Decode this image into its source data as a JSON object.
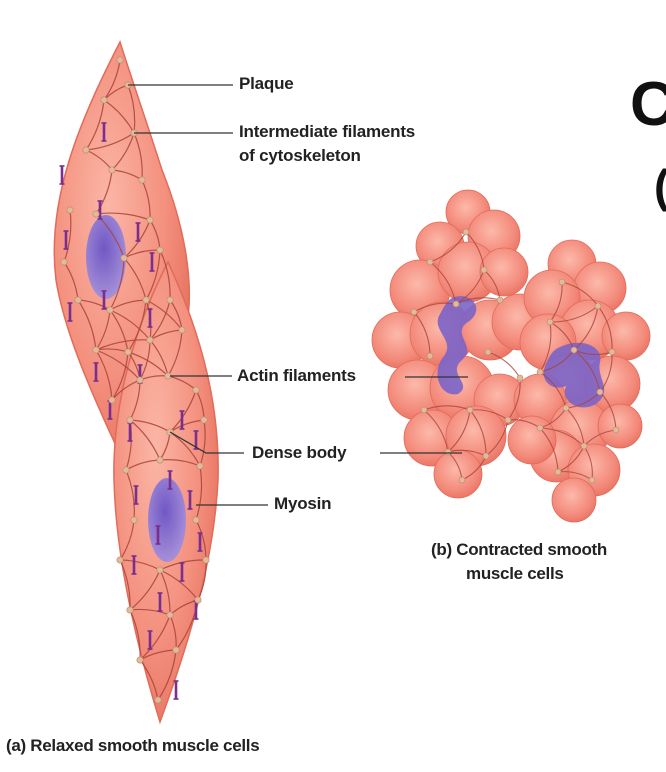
{
  "labels": {
    "plaque": "Plaque",
    "intermediate_line1": "Intermediate filaments",
    "intermediate_line2": "of cytoskeleton",
    "actin": "Actin filaments",
    "dense_body": "Dense body",
    "myosin": "Myosin"
  },
  "captions": {
    "relaxed": "(a) Relaxed smooth muscle cells",
    "contracted_line1": "(b) Contracted smooth",
    "contracted_line2": "muscle cells"
  },
  "title_fragments": {
    "line1": "C",
    "line2": "("
  },
  "colors": {
    "cell_fill": "#f4907e",
    "cell_edge": "#e26b59",
    "filament": "#a8433b",
    "nucleus": "#8a6bc4",
    "myosin": "#7a2f8f",
    "dense_body": "#e2b99a"
  }
}
